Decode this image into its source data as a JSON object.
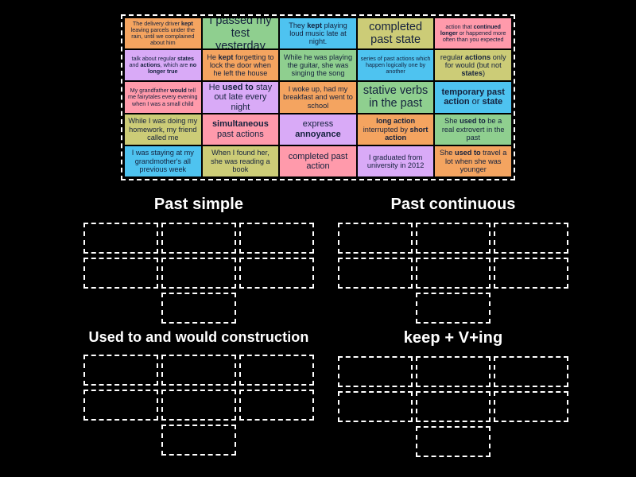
{
  "page": {
    "background_color": "#000000",
    "tray_border_color": "#ffffff",
    "slot_border_color": "#ffffff",
    "tile_text_color": "#14213d"
  },
  "tray": {
    "tiles": [
      {
        "id": "t1",
        "text": "The delivery driver <b>kept</b> leaving parcels under the rain, until we complained about him",
        "color": "#f4a460",
        "size": "xs"
      },
      {
        "id": "t2",
        "text": "I passed my test yesterday",
        "color": "#8fcf8f",
        "size": "l"
      },
      {
        "id": "t3",
        "text": "They <b>kept</b> playing loud music late at night.",
        "color": "#4ec3f0",
        "size": "s"
      },
      {
        "id": "t4",
        "text": "completed past state",
        "color": "#cccc77",
        "size": "l"
      },
      {
        "id": "t5",
        "text": "action that <b>continued longer</b> or happened more often than you expected",
        "color": "#ff9aab",
        "size": "xs"
      },
      {
        "id": "t6",
        "text": "talk about regular <b>states</b> and <b>actions</b>, which are <b>no longer true</b>",
        "color": "#d9aaf7",
        "size": "xs"
      },
      {
        "id": "t7",
        "text": "He <b>kept</b> forgetting to lock the door when he left the house",
        "color": "#f4a460",
        "size": "s"
      },
      {
        "id": "t8",
        "text": "While he was playing the guitar, she was singing the song",
        "color": "#8fcf8f",
        "size": "s"
      },
      {
        "id": "t9",
        "text": "series of past actions which happen logically one by another",
        "color": "#4ec3f0",
        "size": "xs"
      },
      {
        "id": "t10",
        "text": "regular <b>actions</b> only for would (but not <b>states</b>)",
        "color": "#cccc77",
        "size": "s"
      },
      {
        "id": "t11",
        "text": "My grandfather <b>would</b> tell me fairytales every evening when I was a small child",
        "color": "#ff9aab",
        "size": "xs"
      },
      {
        "id": "t12",
        "text": "He <b>used to</b> stay out late every night",
        "color": "#d9aaf7",
        "size": "m"
      },
      {
        "id": "t13",
        "text": "I woke up, had my breakfast and went to school",
        "color": "#f4a460",
        "size": "s"
      },
      {
        "id": "t14",
        "text": "stative verbs in the past",
        "color": "#8fcf8f",
        "size": "l"
      },
      {
        "id": "t15",
        "text": "<b>temporary past action</b> or <b>state</b>",
        "color": "#4ec3f0",
        "size": "m"
      },
      {
        "id": "t16",
        "text": "While I was doing my homework, my friend called me",
        "color": "#cccc77",
        "size": "s"
      },
      {
        "id": "t17",
        "text": "<b>simultaneous</b> past actions",
        "color": "#ff9aab",
        "size": "m"
      },
      {
        "id": "t18",
        "text": "express <b>annoyance</b>",
        "color": "#d9aaf7",
        "size": "m"
      },
      {
        "id": "t19",
        "text": "<b>long action</b> interrupted by <b>short action</b>",
        "color": "#f4a460",
        "size": "s"
      },
      {
        "id": "t20",
        "text": "She <b>used to</b> be a real extrovert in the past",
        "color": "#8fcf8f",
        "size": "s"
      },
      {
        "id": "t21",
        "text": "I was staying at my grandmother's all previous week",
        "color": "#4ec3f0",
        "size": "s"
      },
      {
        "id": "t22",
        "text": "When I found her, she was reading a book",
        "color": "#cccc77",
        "size": "s"
      },
      {
        "id": "t23",
        "text": "completed past action",
        "color": "#ff9aab",
        "size": "m"
      },
      {
        "id": "t24",
        "text": "I graduated from university in 2012",
        "color": "#d9aaf7",
        "size": "s"
      },
      {
        "id": "t25",
        "text": "She <b>used to</b> travel a lot when she was younger",
        "color": "#f4a460",
        "size": "s"
      }
    ]
  },
  "categories": [
    {
      "id": "past-simple",
      "title": "Past simple",
      "slot_rows": [
        3,
        3,
        1
      ]
    },
    {
      "id": "past-cont",
      "title": "Past continuous",
      "slot_rows": [
        3,
        3,
        1
      ]
    },
    {
      "id": "used-to",
      "title": "Used to and would construction",
      "slot_rows": [
        3,
        3,
        1
      ]
    },
    {
      "id": "keep-ving",
      "title": "keep + V+ing",
      "slot_rows": [
        3,
        3,
        1
      ]
    }
  ]
}
